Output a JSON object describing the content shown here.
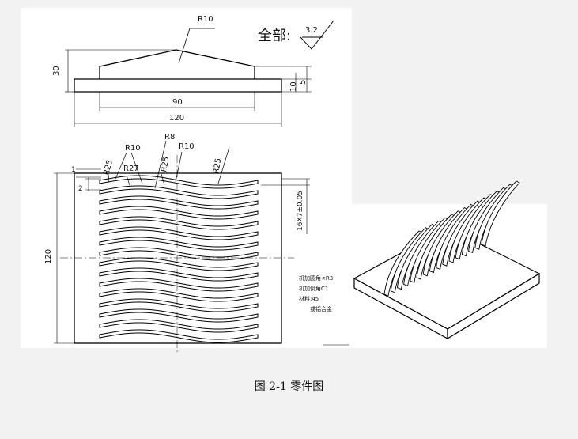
{
  "front_view": {
    "radius_label": "R10",
    "dim_height": "30",
    "dim_base_small": "5",
    "dim_base": "10",
    "dim_width_inner": "90",
    "dim_width_outer": "120"
  },
  "roughness": {
    "prefix": "全部:",
    "value": "3.2"
  },
  "top_view": {
    "radius_labels": [
      "R10",
      "R8",
      "R10",
      "R25",
      "R27",
      "R25",
      "R25"
    ],
    "dim_small_1": "1",
    "dim_small_2": "2",
    "dim_left": "120",
    "dim_right": "16X7±0.05",
    "slot_count": 16
  },
  "notes": [
    "机加圆角<R3",
    "机加倒角C1",
    "材料:45",
    "或铝合金"
  ],
  "caption": "图 2-1 零件图"
}
